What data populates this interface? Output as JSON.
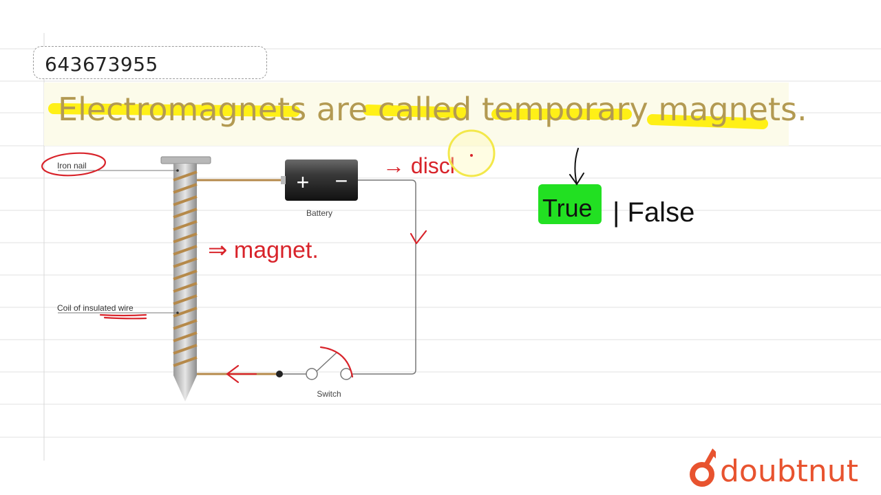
{
  "question_id": "643673955",
  "question_text": "Electromagnets are called temporary magnets.",
  "diagram": {
    "iron_nail_label": "Iron nail",
    "battery_label": "Battery",
    "battery_plus": "+",
    "battery_minus": "−",
    "coil_label": "Coil of insulated wire",
    "switch_label": "Switch"
  },
  "annotations": {
    "disc_note": "→ discl",
    "magnet_note": "⇒ magnet.",
    "true_option": "True",
    "false_option": "| False"
  },
  "brand": {
    "name": "doubtnut"
  },
  "colors": {
    "ink_red": "#d8232a",
    "highlight_yellow": "#ffee00",
    "highlight_green": "#22e022",
    "brand_red": "#e8532f",
    "question_text": "#b39a52"
  }
}
